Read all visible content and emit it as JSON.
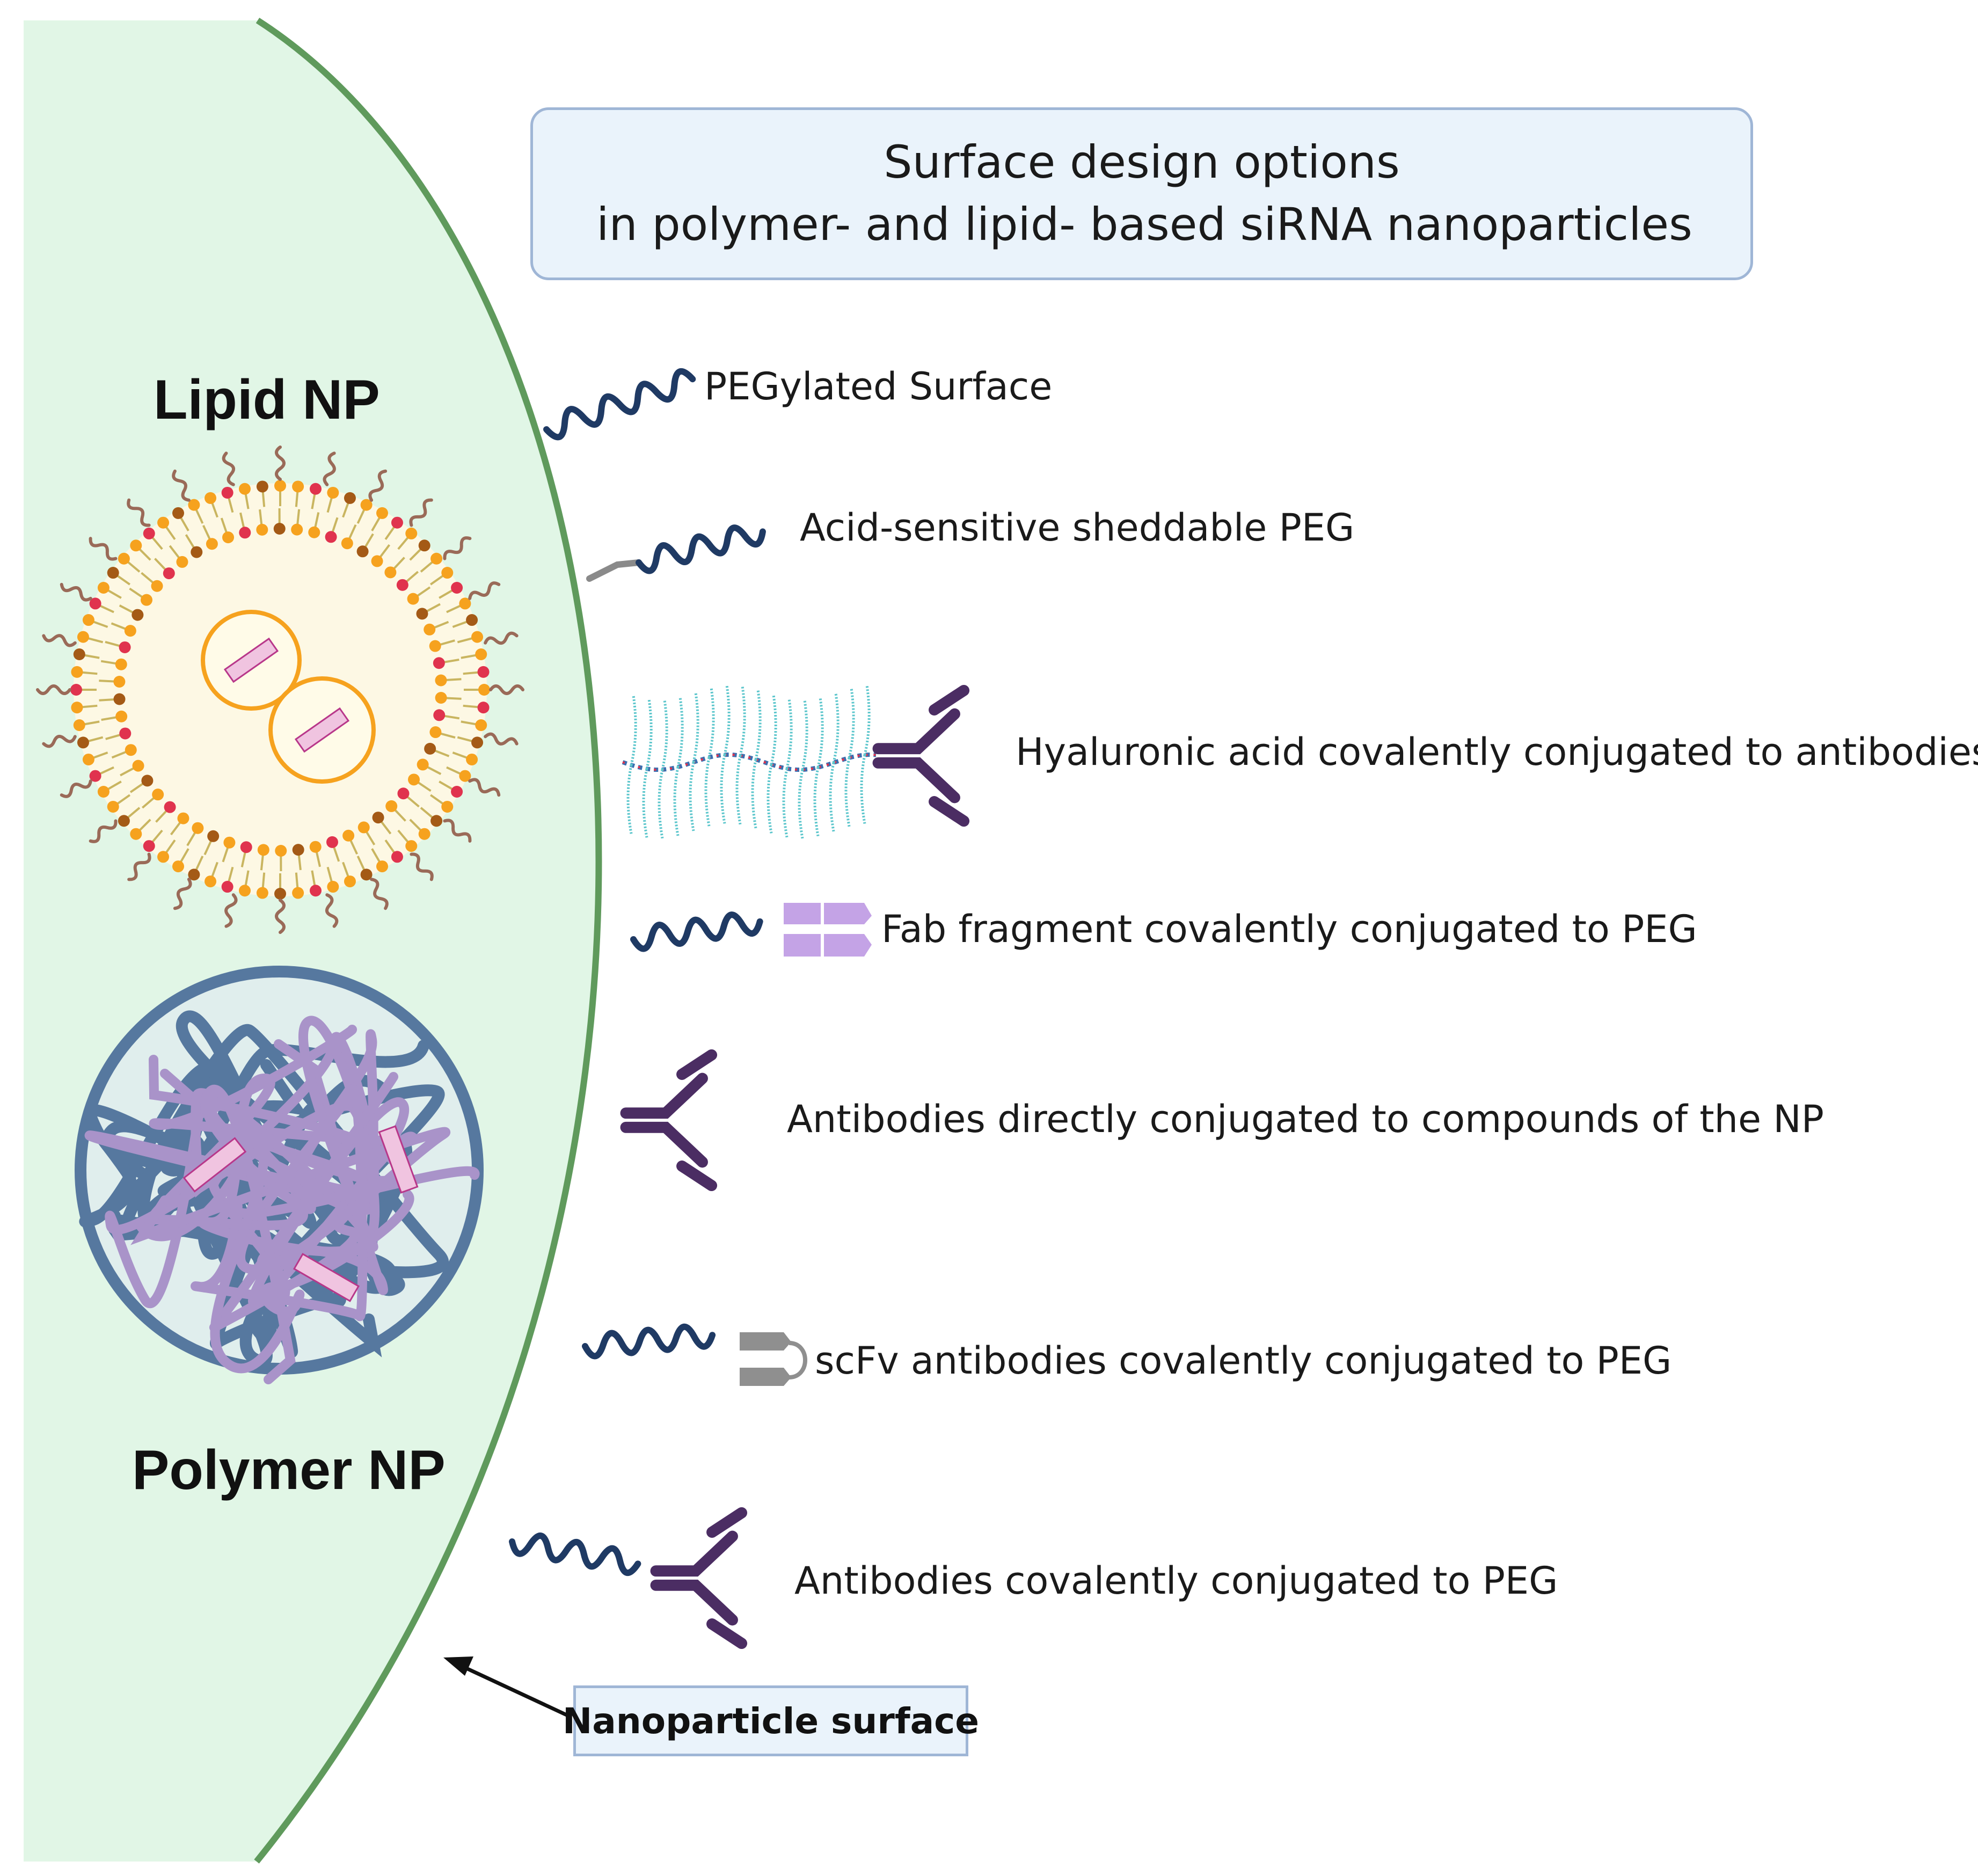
{
  "header": {
    "title_line1": "Surface design options",
    "title_line2": "in polymer- and lipid- based siRNA nanoparticles"
  },
  "particles": {
    "lipid_label": "Lipid NP",
    "polymer_label": "Polymer NP"
  },
  "options": [
    {
      "label": "PEGylated Surface"
    },
    {
      "label": "Acid-sensitive sheddable PEG"
    },
    {
      "label": "Hyaluronic acid covalently conjugated to antibodies"
    },
    {
      "label": "Fab fragment covalently conjugated to PEG"
    },
    {
      "label": "Antibodies directly conjugated to compounds of the NP"
    },
    {
      "label": "scFv antibodies covalently conjugated to PEG"
    },
    {
      "label": "Antibodies covalently conjugated to PEG"
    }
  ],
  "callout": {
    "label": "Nanoparticle surface"
  },
  "colors": {
    "surface_fill": "#e1f6e6",
    "surface_border": "#5f9a5c",
    "peg": "#1f3a64",
    "antibody": "#4b2d63",
    "fab": "#c4a3e6",
    "scfv": "#8f8f8f",
    "hyaluronic": "#5cc6cc",
    "lipid_head_orange": "#f6a21e",
    "lipid_head_red": "#e0334e",
    "lipid_head_brown": "#a45a16",
    "polymer_blue": "#56789f",
    "polymer_purple": "#a993c9",
    "sirna": "#b8378a"
  }
}
